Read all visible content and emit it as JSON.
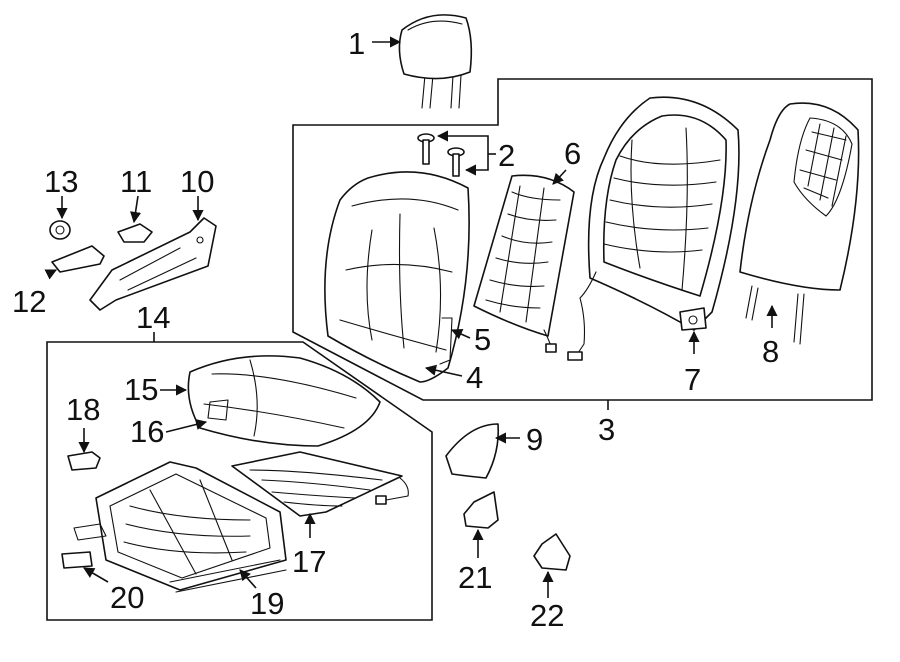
{
  "callouts": {
    "c1": "1",
    "c2": "2",
    "c3": "3",
    "c4": "4",
    "c5": "5",
    "c6": "6",
    "c7": "7",
    "c8": "8",
    "c9": "9",
    "c10": "10",
    "c11": "11",
    "c12": "12",
    "c13": "13",
    "c14": "14",
    "c15": "15",
    "c16": "16",
    "c17": "17",
    "c18": "18",
    "c19": "19",
    "c20": "20",
    "c21": "21",
    "c22": "22"
  },
  "colors": {
    "line": "#111111",
    "background": "#ffffff"
  }
}
